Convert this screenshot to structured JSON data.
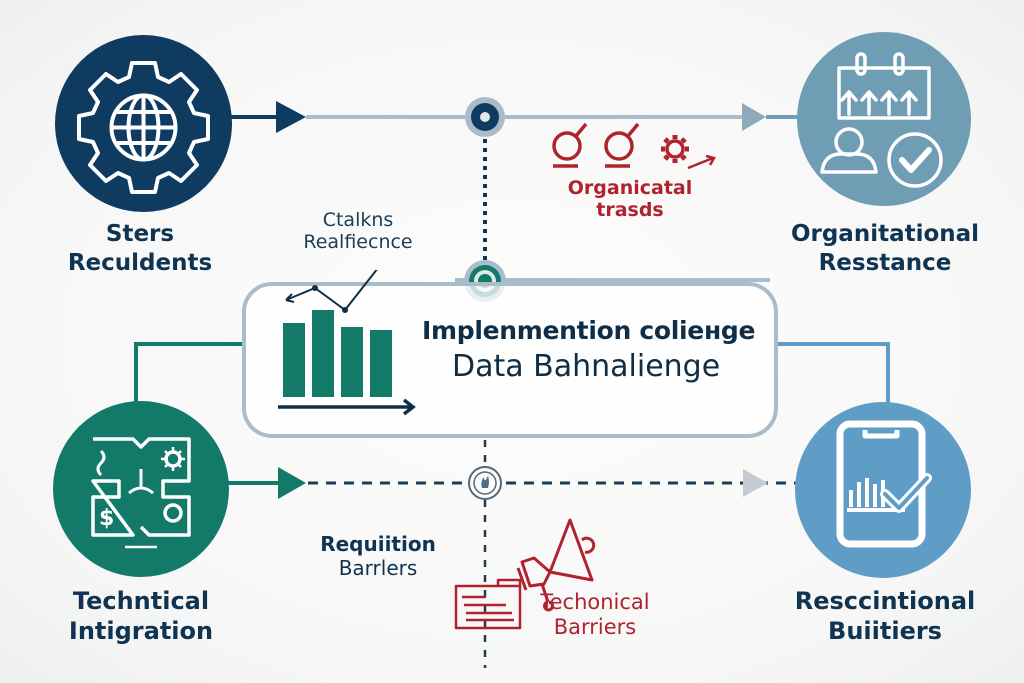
{
  "diagram": {
    "colors": {
      "navy": "#0f3b60",
      "slate_blue": "#6f9db4",
      "teal": "#137a6a",
      "sky_blue": "#5f9cc6",
      "red": "#b0232e",
      "line_gray": "#a9bccb",
      "text_dark": "#0f3350"
    },
    "nodes": {
      "top_left": {
        "line1": "Sters",
        "line2": "Reculdents",
        "icon": "gear-globe-icon"
      },
      "top_right": {
        "line1": "Organitational",
        "line2": "Resstance",
        "icon": "calendar-person-check-icon"
      },
      "bottom_left": {
        "line1": "Techntical",
        "line2": "Intigration",
        "icon": "circuit-integration-icon"
      },
      "bottom_right": {
        "line1": "Resccintional",
        "line2": "Buiitiers",
        "icon": "phone-chart-check-icon"
      }
    },
    "annotations": {
      "top_center": {
        "line1": "Organicatal",
        "line2": "trasds",
        "icon": "search-gear-icon"
      },
      "chart_caption": {
        "line1": "Ctalkns",
        "line2": "Realfiecnce"
      },
      "bottom_left_mid": {
        "line1": "Requiition",
        "line2": "Barrlers"
      },
      "bottom_center": {
        "line1": "Techonical",
        "line2": "Barriers",
        "icon": "megaphone-folder-icon"
      }
    },
    "center": {
      "title_line1": "Implenmention coliенge",
      "title_line2": "Data Bahnalienge",
      "chart_icon": "bar-chart-icon"
    }
  }
}
